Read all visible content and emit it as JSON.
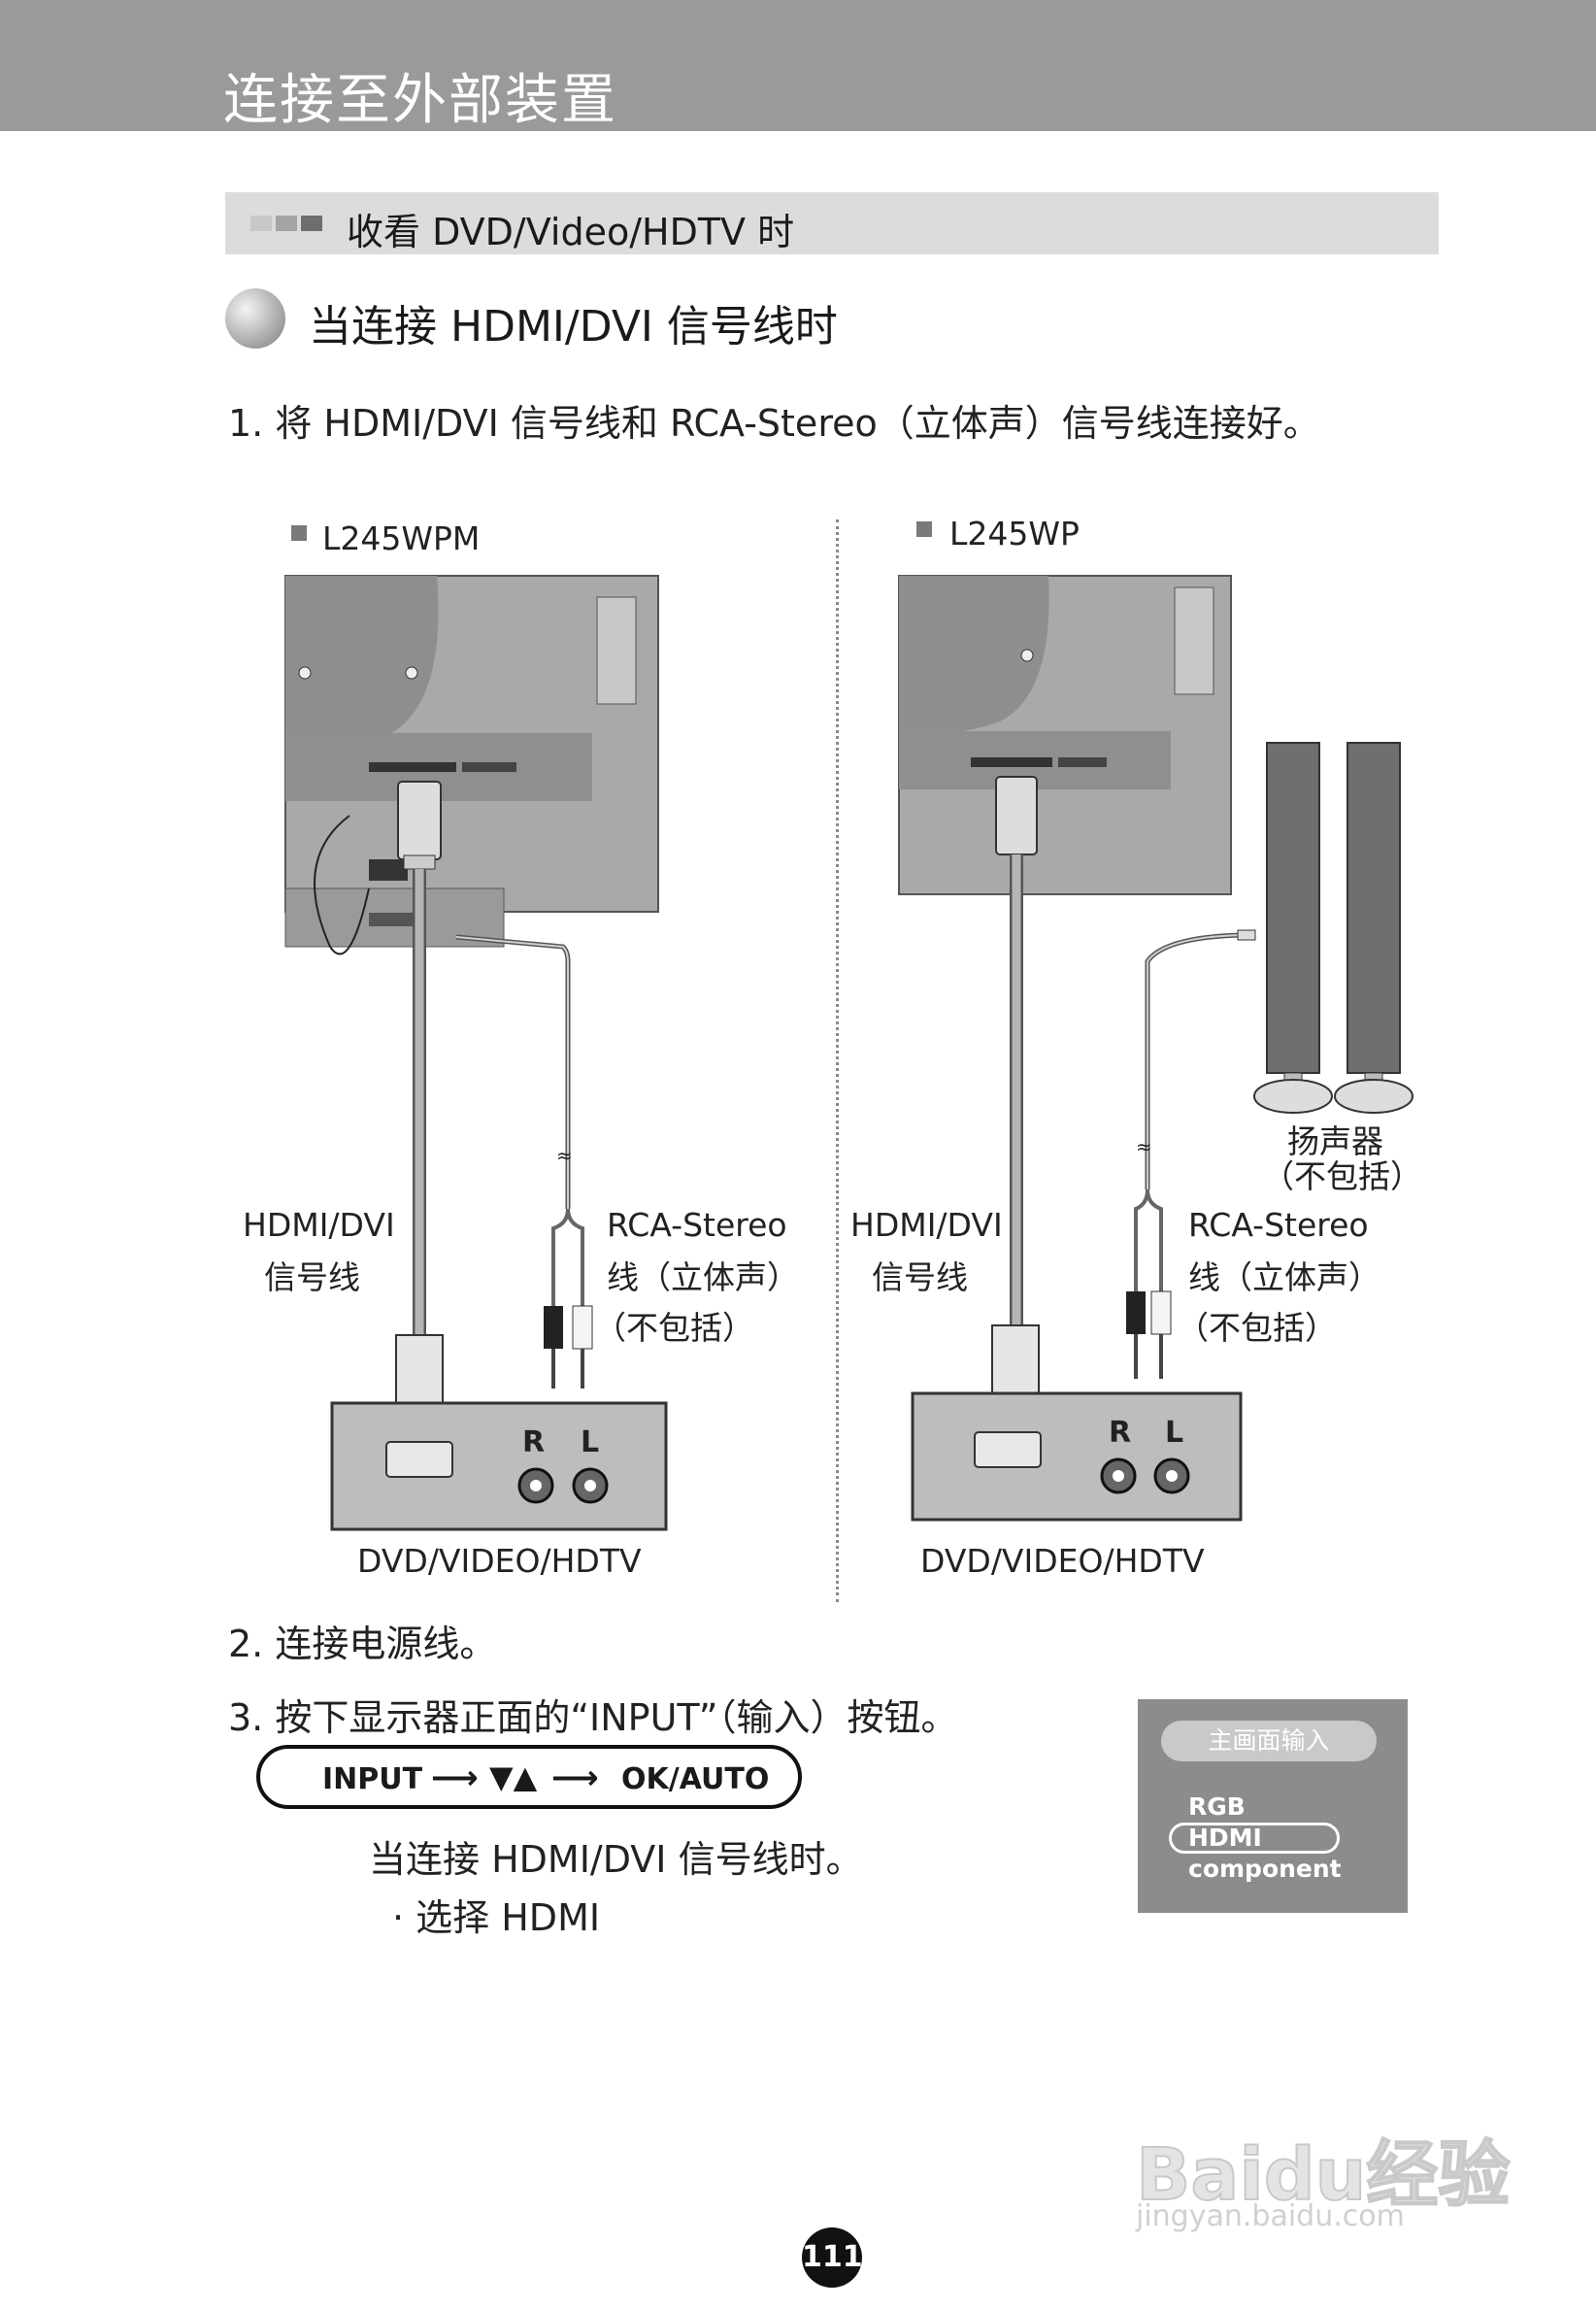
{
  "header": {
    "title": "连接至外部装置"
  },
  "subsection": {
    "title": "收看 DVD/Video/HDTV 时"
  },
  "section": {
    "title": "当连接 HDMI/DVI 信号线时"
  },
  "steps": {
    "step1": "1. 将 HDMI/DVI 信号线和 RCA-Stereo（立体声）信号线连接好。",
    "step2": "2. 连接电源线。",
    "step3": "3. 按下显示器正面的“INPUT”（输入）按钮。"
  },
  "diagram_left": {
    "model": "L245WPM",
    "cable_label_1": "HDMI/DVI",
    "cable_label_2": "信号线",
    "rca_label_1": "RCA-Stereo",
    "rca_label_2": "线（立体声）",
    "rca_label_3": "（不包括）",
    "device": "DVD/VIDEO/HDTV",
    "jack_r": "R",
    "jack_l": "L"
  },
  "diagram_right": {
    "model": "L245WP",
    "cable_label_1": "HDMI/DVI",
    "cable_label_2": "信号线",
    "rca_label_1": "RCA-Stereo",
    "rca_label_2": "线（立体声）",
    "rca_label_3": "（不包括）",
    "speaker_label_1": "扬声器",
    "speaker_label_2": "（不包括）",
    "device": "DVD/VIDEO/HDTV",
    "jack_r": "R",
    "jack_l": "L"
  },
  "input_sequence": {
    "input": "INPUT",
    "arrows": "▼▲",
    "ok": "OK/AUTO"
  },
  "note": {
    "line1": "当连接 HDMI/DVI 信号线时。",
    "line2": "· 选择 HDMI"
  },
  "osd_menu": {
    "title": "主画面输入",
    "items": [
      "RGB",
      "HDMI",
      "component"
    ],
    "selected": "HDMI"
  },
  "page_number": "111",
  "watermark": {
    "logo": "Baidu经验",
    "url": "jingyan.baidu.com"
  }
}
